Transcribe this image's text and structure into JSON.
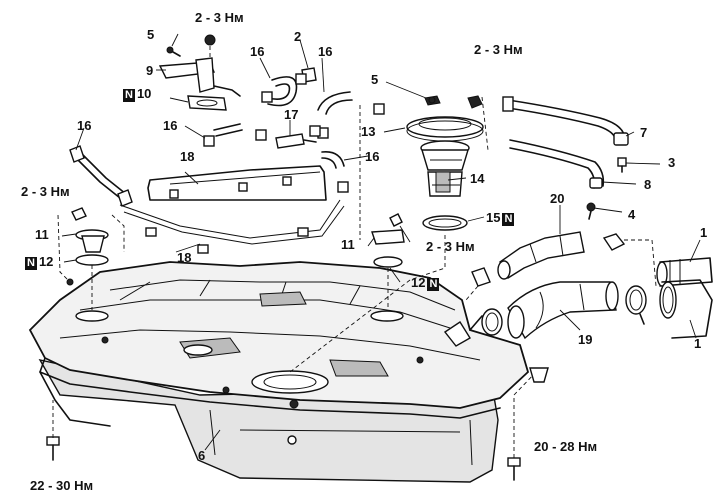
{
  "labels": {
    "l1a": "1",
    "l1b": "1",
    "l2": "2",
    "l3": "3",
    "l4": "4",
    "l5a": "5",
    "l5b": "5",
    "l6": "6",
    "l7": "7",
    "l8": "8",
    "l9": "9",
    "l10": "10",
    "l11a": "11",
    "l11b": "11",
    "l12a": "12",
    "l12b": "12",
    "l13": "13",
    "l14": "14",
    "l15": "15",
    "l16a": "16",
    "l16b": "16",
    "l16c": "16",
    "l16d": "16",
    "l16e": "16",
    "l17": "17",
    "l18a": "18",
    "l18b": "18",
    "l19": "19",
    "l20": "20"
  },
  "torques": {
    "t_top": "2 - 3 Нм",
    "t_right": "2 - 3 Нм",
    "t_left": "2 - 3 Нм",
    "t_mid": "2 - 3 Нм",
    "t_bottom_left": "22 - 30 Нм",
    "t_bottom_right": "20 - 28 Нм"
  },
  "new_part_mark": "N"
}
